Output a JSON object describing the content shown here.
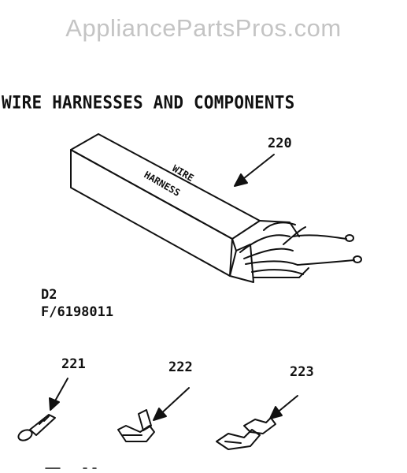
{
  "watermark": "AppliancePartsPros.com",
  "title": "WIRE HARNESSES AND COMPONENTS",
  "box_text": {
    "line1": "WIRE",
    "line2": "HARNESS"
  },
  "diagram_code": "D2",
  "figure_number": "F/6198011",
  "parts": [
    {
      "callout": "220",
      "name": "wire-harness"
    },
    {
      "callout": "221",
      "name": "ring-terminal"
    },
    {
      "callout": "222",
      "name": "spade-terminal"
    },
    {
      "callout": "223",
      "name": "spade-terminal-large"
    }
  ],
  "colors": {
    "ink": "#111111",
    "watermark": "#c4c4c4"
  }
}
